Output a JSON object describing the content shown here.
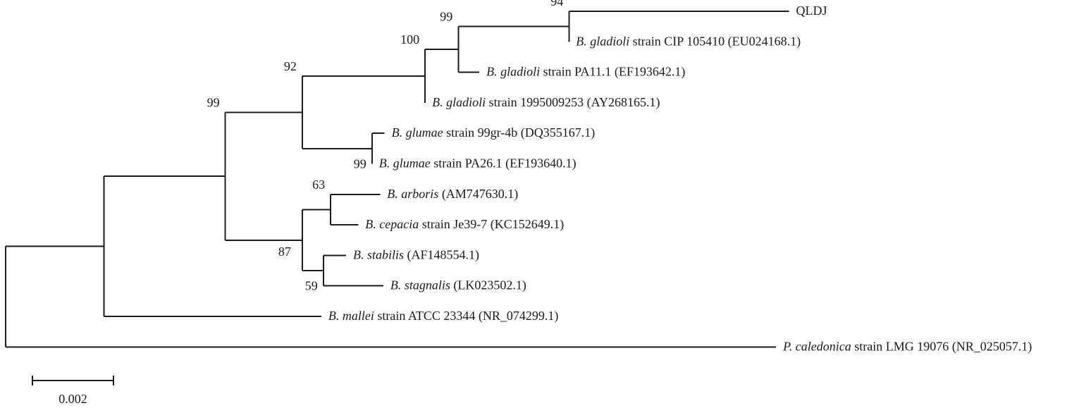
{
  "figure": {
    "type": "phylogenetic-tree",
    "scale_bar": {
      "length": 0.002,
      "label": "0.002"
    },
    "line_color": "#1a1a1a"
  },
  "tree": {
    "id": "root",
    "children": [
      {
        "id": "n1",
        "branch_length": 0.00243,
        "children": [
          {
            "id": "n2",
            "bootstrap": "99",
            "branch_length": 0.00299,
            "children": [
              {
                "id": "n3",
                "bootstrap": "92",
                "branch_length": 0.0019,
                "children": [
                  {
                    "id": "n4",
                    "bootstrap": "100",
                    "branch_length": 0.00303,
                    "children": [
                      {
                        "id": "n5",
                        "bootstrap": "99",
                        "branch_length": 0.00082,
                        "children": [
                          {
                            "id": "n6",
                            "bootstrap": "94",
                            "branch_length": 0.00273,
                            "children": [
                              {
                                "id": "qldj",
                                "branch_length": 0.00543,
                                "species": "",
                                "rest": "QLDJ"
                              },
                              {
                                "id": "cip",
                                "branch_length": 0.0,
                                "species": "B. gladioli",
                                "rest": " strain CIP 105410 (EU024168.1)"
                              }
                            ]
                          },
                          {
                            "id": "pa11",
                            "branch_length": 0.00052,
                            "species": "B. gladioli",
                            "rest": " strain PA11.1 (EF193642.1)"
                          }
                        ]
                      },
                      {
                        "id": "ay268",
                        "branch_length": 0.0,
                        "species": "B. gladioli",
                        "rest": " strain 1995009253 (AY268165.1)"
                      }
                    ]
                  },
                  {
                    "id": "n7",
                    "bootstrap": "99",
                    "bootstrap_pos": "below",
                    "branch_length": 0.00172,
                    "children": [
                      {
                        "id": "dq355",
                        "branch_length": 0.00031,
                        "species": "B. glumae",
                        "rest": " strain 99gr-4b (DQ355167.1)"
                      },
                      {
                        "id": "ef1936",
                        "branch_length": 0.0,
                        "species": "B. glumae",
                        "rest": " strain PA26.1 (EF193640.1)"
                      }
                    ]
                  }
                ]
              },
              {
                "id": "n8",
                "bootstrap": "87",
                "bootstrap_pos": "below-left",
                "branch_length": 0.0019,
                "children": [
                  {
                    "id": "n9",
                    "bootstrap": "63",
                    "branch_length": 0.0007,
                    "children": [
                      {
                        "id": "arboris",
                        "branch_length": 0.00122,
                        "species": "B. arboris",
                        "rest": " (AM747630.1)"
                      },
                      {
                        "id": "cepacia",
                        "branch_length": 0.00068,
                        "species": "B. cepacia",
                        "rest": " strain Je39-7 (KC152649.1)"
                      }
                    ]
                  },
                  {
                    "id": "n10",
                    "bootstrap": "59",
                    "bootstrap_pos": "below",
                    "branch_length": 0.00052,
                    "children": [
                      {
                        "id": "stabilis",
                        "branch_length": 0.00056,
                        "species": "B. stabilis",
                        "rest": " (AF148554.1)"
                      },
                      {
                        "id": "stagnalis",
                        "branch_length": 0.00148,
                        "species": "B. stagnalis",
                        "rest": " (LK023502.1)"
                      }
                    ]
                  }
                ]
              }
            ]
          },
          {
            "id": "mallei",
            "branch_length": 0.00536,
            "species": "B. mallei",
            "rest": " strain ATCC 23344 (NR_074299.1)"
          }
        ]
      },
      {
        "id": "caledonica",
        "branch_length": 0.01901,
        "species": "P. caledonica",
        "rest": " strain LMG 19076 (NR_025057.1)"
      }
    ]
  }
}
